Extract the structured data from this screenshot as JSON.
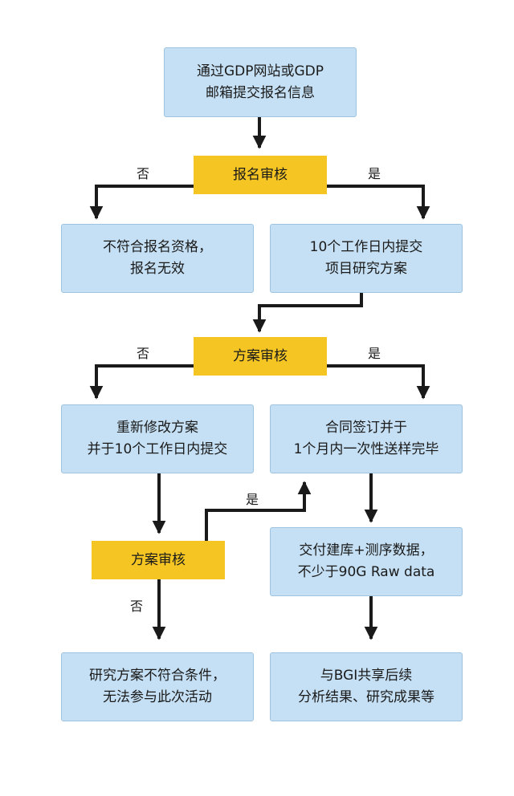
{
  "nodes": {
    "start": [
      "通过GDP网站或GDP",
      "邮箱提交报名信息"
    ],
    "review1": "报名审核",
    "invalid": [
      "不符合报名资格，",
      "报名无效"
    ],
    "submit_plan": [
      "10个工作日内提交",
      "项目研究方案"
    ],
    "review2": "方案审核",
    "revise": [
      "重新修改方案",
      "并于10个工作日内提交"
    ],
    "contract": [
      "合同签订并于",
      "1个月内一次性送样完毕"
    ],
    "review3": "方案审核",
    "deliver": [
      "交付建库+测序数据，",
      "不少于90G Raw data"
    ],
    "reject": [
      "研究方案不符合条件，",
      "无法参与此次活动"
    ],
    "share": [
      "与BGI共享后续",
      "分析结果、研究成果等"
    ]
  },
  "labels": {
    "no": "否",
    "yes": "是"
  },
  "colors": {
    "box_blue": "#c5e0f4",
    "box_yellow": "#f4c523",
    "line": "#1a1a1a"
  }
}
